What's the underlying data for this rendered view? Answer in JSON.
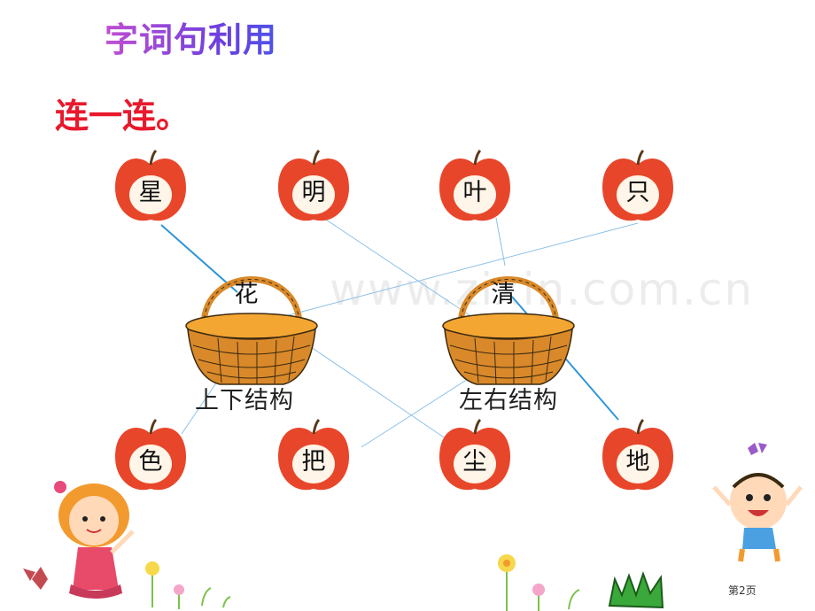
{
  "title": "字词句利用",
  "instruction": "连一连。",
  "top_apples": [
    "星",
    "明",
    "叶",
    "只"
  ],
  "bottom_apples": [
    "色",
    "把",
    "尘",
    "地"
  ],
  "baskets": [
    {
      "char": "花",
      "caption": "上下结构"
    },
    {
      "char": "清",
      "caption": "左右结构"
    }
  ],
  "watermark": "www.zixin.com.cn",
  "page_number": "第2页",
  "colors": {
    "apple": "#e8462a",
    "line": "#6aa8d8",
    "basket": "#d9892a",
    "instruction": "#e8192c"
  }
}
